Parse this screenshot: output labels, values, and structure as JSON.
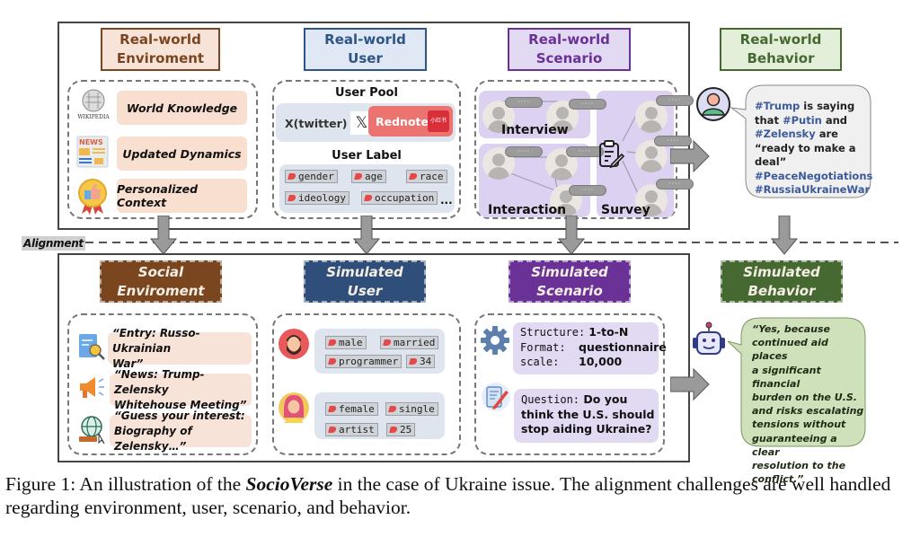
{
  "real_world": {
    "environment": {
      "title_line1": "Real-world",
      "title_line2": "Enviroment",
      "items": [
        {
          "icon": "wikipedia-icon",
          "icon_label": "Wikipedia",
          "label": "World Knowledge"
        },
        {
          "icon": "news-icon",
          "icon_label": "NEWS",
          "label": "Updated Dynamics"
        },
        {
          "icon": "thumbs-up-badge-icon",
          "label": "Personalized Context"
        }
      ]
    },
    "user": {
      "title_line1": "Real-world",
      "title_line2": "User",
      "pool_title": "User Pool",
      "pool": [
        {
          "label": "X(twitter)",
          "icon": "x-logo-icon",
          "icon_glyph": "𝕏"
        },
        {
          "label": "Rednote",
          "icon": "rednote-logo-icon",
          "icon_glyph": "小红书"
        }
      ],
      "label_title": "User Label",
      "labels": [
        "gender",
        "age",
        "race",
        "ideology",
        "occupation"
      ],
      "more": "..."
    },
    "scenario": {
      "title_line1": "Real-world",
      "title_line2": "Scenario",
      "panels": [
        "Interview",
        "Interaction",
        "Survey"
      ],
      "bubble_text": "····"
    },
    "behavior": {
      "title_line1": "Real-world",
      "title_line2": "Behavior",
      "post": [
        {
          "text": "#Trump",
          "hashtag": true
        },
        {
          "text": " is saying that ",
          "hashtag": false
        },
        {
          "text": "#Putin",
          "hashtag": true
        },
        {
          "text": " and ",
          "hashtag": false
        },
        {
          "text": "#Zelensky",
          "hashtag": true
        },
        {
          "text": " are “ready to make a deal” ",
          "hashtag": false
        },
        {
          "text": "#PeaceNegotiations",
          "hashtag": true
        },
        {
          "text": " ",
          "hashtag": false
        },
        {
          "text": "#RussiaUkraineWar",
          "hashtag": true
        }
      ]
    }
  },
  "alignment_label": "Alignment",
  "simulated": {
    "environment": {
      "title_line1": "Social",
      "title_line2": "Enviroment",
      "items": [
        {
          "icon": "encyclopedia-search-icon",
          "line1": "“Entry: Russo-Ukrainian",
          "line2": "War”"
        },
        {
          "icon": "megaphone-icon",
          "line1": "“News: Trump-Zelensky",
          "line2": "Whitehouse Meeting”"
        },
        {
          "icon": "globe-web-icon",
          "line1": "“Guess your interest:",
          "line2": "Biography of Zelensky…”"
        }
      ]
    },
    "user": {
      "title_line1": "Simulated",
      "title_line2": "User",
      "profiles": [
        {
          "avatar": "bearded-man-avatar",
          "tags": [
            "male",
            "married",
            "programmer",
            "34"
          ]
        },
        {
          "avatar": "woman-avatar",
          "tags": [
            "female",
            "single",
            "artist",
            "25"
          ]
        }
      ]
    },
    "scenario": {
      "title_line1": "Simulated",
      "title_line2": "Scenario",
      "config": [
        {
          "key": "Structure:",
          "value": "1-to-N"
        },
        {
          "key": "Format:",
          "value": "questionnaire"
        },
        {
          "key": "scale:",
          "value": "10,000"
        }
      ],
      "question_key": "Question:",
      "question_text_line1": "Do you",
      "question_text_line2": "think the U.S. should",
      "question_text_line3": "stop aiding Ukraine?"
    },
    "behavior": {
      "title_line1": "Simulated",
      "title_line2": "Behavior",
      "response_lines": [
        "“Yes, because",
        "continued aid places",
        "a significant financial",
        "burden on the U.S.",
        "and risks escalating",
        "tensions without",
        "guaranteeing a clear",
        "resolution to the",
        "conflict.”"
      ]
    }
  },
  "caption": {
    "prefix": "Figure 1: An illustration of the ",
    "name": "SocioVerse",
    "suffix": " in the case of Ukraine issue. The alignment challenges are well handled regarding environment, user, scenario, and behavior."
  },
  "colors": {
    "env": "#7a4620",
    "env_bg": "#f8e3d8",
    "user": "#2f5585",
    "user_bg": "#dfe8f4",
    "scenario": "#6a3197",
    "scenario_bg": "#e2d9f3",
    "behavior": "#466932",
    "behavior_bg": "#e3efd9",
    "hashtag": "#3c5a9a"
  }
}
